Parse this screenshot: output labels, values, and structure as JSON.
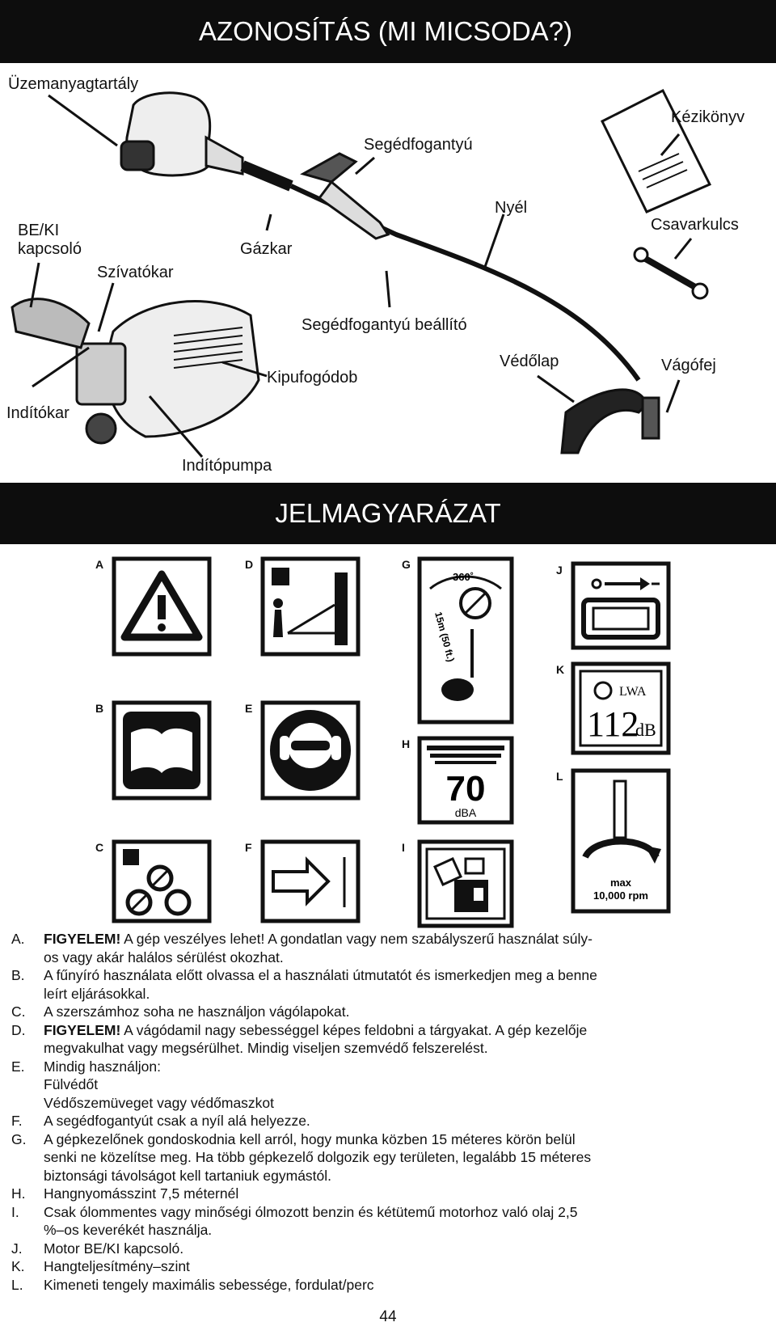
{
  "header": {
    "title": "AZONOSÍTÁS (MI MICSODA?)"
  },
  "parts": {
    "fuel_tank": "Üzemanyagtartály",
    "manual": "Kézikönyv",
    "aux_handle": "Segédfogantyú",
    "shaft": "Nyél",
    "on_off_1": "BE/KI",
    "on_off_2": "kapcsoló",
    "throttle": "Gázkar",
    "wrench": "Csavarkulcs",
    "choke": "Szívatókar",
    "aux_handle_adjuster": "Segédfogantyú beállító",
    "guard": "Védőlap",
    "cutting_head": "Vágófej",
    "muffler": "Kipufogódob",
    "starter": "Indítókar",
    "primer": "Indítópumpa"
  },
  "legend_header": {
    "title": "JELMAGYARÁZAT"
  },
  "symbols": {
    "A": "A",
    "B": "B",
    "C": "C",
    "D": "D",
    "E": "E",
    "F": "F",
    "G": "G",
    "H": "H",
    "I": "I",
    "J": "J",
    "K": "K",
    "L": "L",
    "G_angle": "360˚",
    "G_distance": "15m (50 ft.)",
    "H_value": "70",
    "H_unit": "dBA",
    "K_tag": "LWA",
    "K_value": "112",
    "K_unit": "dB",
    "L_max": "max",
    "L_rpm": "10,000 rpm"
  },
  "legend": {
    "A_key": "A.",
    "A_bold": "FIGYELEM!",
    "A_text": " A gép veszélyes lehet! A gondatlan vagy nem szabályszerű használat súly-",
    "A_text2": "os vagy akár halálos sérülést okozhat.",
    "B_key": "B.",
    "B_text": "A fűnyíró használata előtt olvassa el a használati útmutatót és ismerkedjen meg a benne",
    "B_text2": "leírt eljárásokkal.",
    "C_key": "C.",
    "C_text": "A szerszámhoz soha ne használjon vágólapokat.",
    "D_key": "D.",
    "D_bold": "FIGYELEM!",
    "D_text": " A vágódamil nagy sebességgel képes feldobni a tárgyakat. A gép kezelője",
    "D_text2": "megvakulhat vagy megsérülhet. Mindig viseljen szemvédő felszerelést.",
    "E_key": "E.",
    "E_text": "Mindig használjon:",
    "E_text2": "Fülvédőt",
    "E_text3": "Védőszemüveget vagy védőmaszkot",
    "F_key": "F.",
    "F_text": "A segédfogantyút csak a nyíl alá helyezze.",
    "G_key": "G.",
    "G_text": "A gépkezelőnek gondoskodnia kell arról, hogy munka közben 15 méteres körön belül",
    "G_text2": "senki ne közelítse meg. Ha több gépkezelő dolgozik egy területen, legalább 15 méteres",
    "G_text3": "biztonsági távolságot kell tartaniuk egymástól.",
    "H_key": "H.",
    "H_text": "Hangnyomásszint 7,5 méternél",
    "I_key": "I.",
    "I_text": "Csak ólommentes vagy minőségi ólmozott benzin és kétütemű motorhoz való olaj 2,5",
    "I_text2": "%–os keverékét használja.",
    "J_key": "J.",
    "J_text": "Motor BE/KI kapcsoló.",
    "K_key": "K.",
    "K_text": "Hangteljesítmény–szint",
    "L_key": "L.",
    "L_text": "Kimeneti tengely maximális sebessége, fordulat/perc"
  },
  "page_number": "44"
}
